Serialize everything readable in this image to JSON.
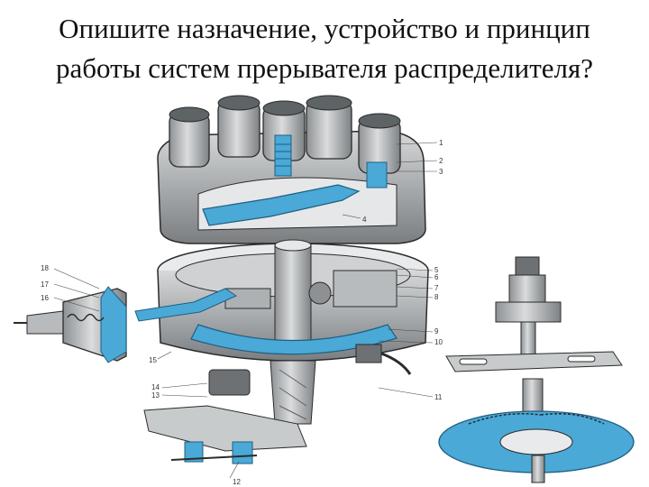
{
  "slide": {
    "title_line1": "Опишите назначение, устройство и принцип",
    "title_line2": "работы систем прерывателя распределителя?"
  },
  "diagram": {
    "labels": [
      "1",
      "2",
      "3",
      "4",
      "5",
      "6",
      "7",
      "8",
      "9",
      "10",
      "11",
      "12",
      "13",
      "14",
      "15",
      "16",
      "17",
      "18"
    ],
    "colors": {
      "metal": "#c4c7c9",
      "metal_dark": "#8d9194",
      "shadow": "#5e6366",
      "highlight": "#4aa9d6",
      "line": "#2b2b2b"
    }
  }
}
